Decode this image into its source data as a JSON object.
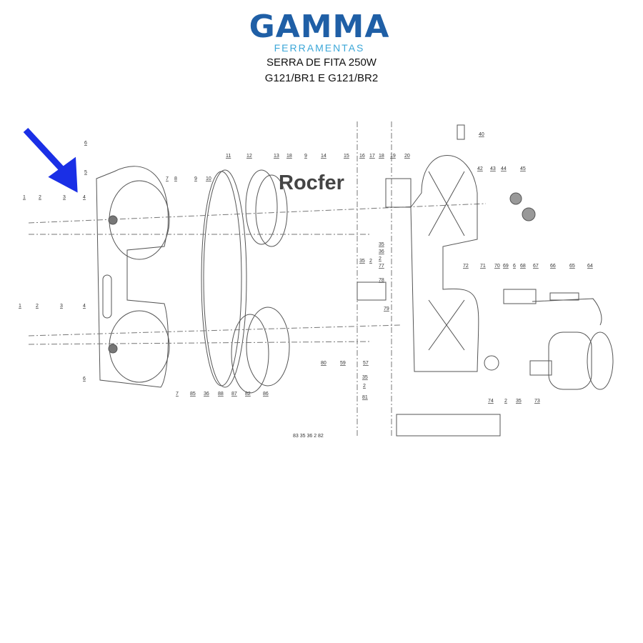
{
  "header": {
    "brand": "GAMMA",
    "brand_sub": "FERRAMENTAS",
    "title": "SERRA DE FITA 250W",
    "models": "G121/BR1 E G121/BR2"
  },
  "watermark": "Rocfer",
  "colors": {
    "brand": "#1f5fa6",
    "brand_sub": "#3ca7d8",
    "arrow": "#1a2fe6"
  },
  "part_labels": [
    "6",
    "5",
    "7",
    "8",
    "9",
    "10",
    "11",
    "12",
    "13",
    "18",
    "9",
    "14",
    "15",
    "16",
    "17",
    "18",
    "19",
    "20",
    "40",
    "42",
    "43",
    "44",
    "45",
    "1",
    "2",
    "3",
    "4",
    "35",
    "36",
    "2",
    "77",
    "35",
    "2",
    "78",
    "79",
    "72",
    "71",
    "70",
    "69",
    "6",
    "68",
    "67",
    "66",
    "65",
    "64",
    "1",
    "2",
    "3",
    "4",
    "6",
    "7",
    "85",
    "36",
    "88",
    "87",
    "82",
    "86",
    "80",
    "59",
    "57",
    "35",
    "2",
    "81",
    "74",
    "2",
    "35",
    "73"
  ],
  "bottom_labels": "83  35  36  2      82"
}
